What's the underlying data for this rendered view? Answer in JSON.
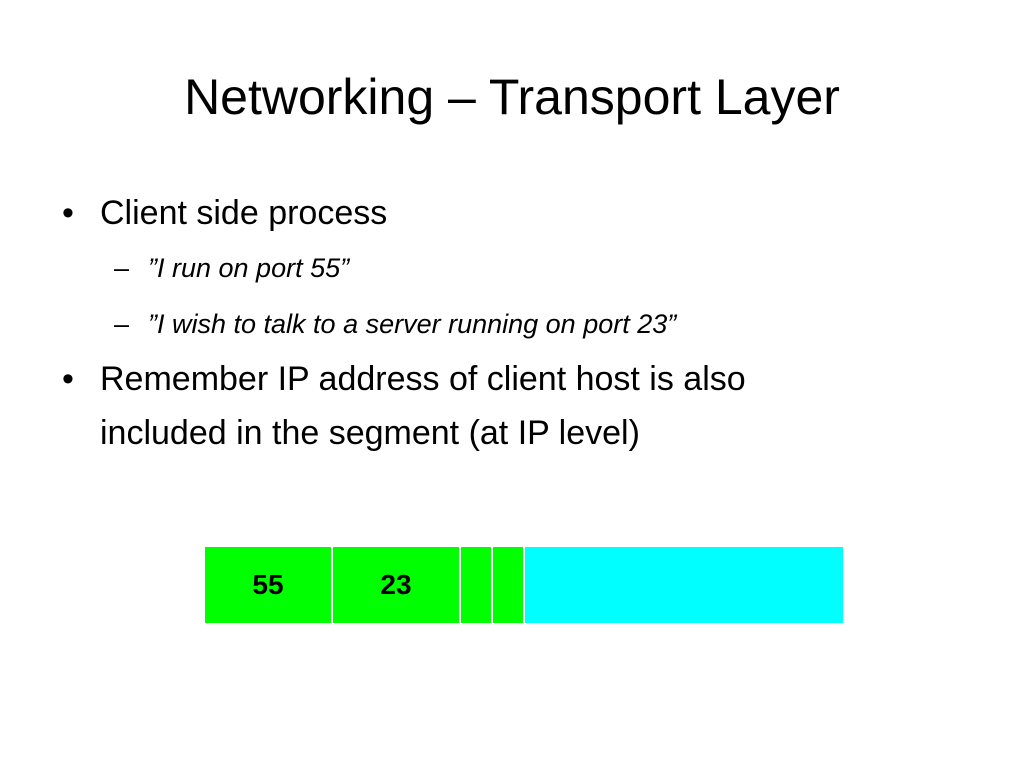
{
  "slide": {
    "title": "Networking – Transport Layer",
    "bullets": [
      {
        "marker": "•",
        "text": "Client side process",
        "subitems": [
          {
            "marker": "–",
            "text": "”I run on port 55”"
          },
          {
            "marker": "–",
            "text": "”I wish to talk to a server running on port 23”"
          }
        ]
      },
      {
        "marker": "•",
        "text": "Remember IP address of client host is also",
        "continuation": "included in the segment (at IP level)"
      }
    ]
  },
  "segment": {
    "cells": [
      {
        "label": "55",
        "color": "#00ff00"
      },
      {
        "label": "23",
        "color": "#00ff00"
      },
      {
        "label": "",
        "color": "#00ff00"
      },
      {
        "label": "",
        "color": "#00ff00"
      },
      {
        "label": "",
        "color": "#00ffff"
      }
    ]
  }
}
